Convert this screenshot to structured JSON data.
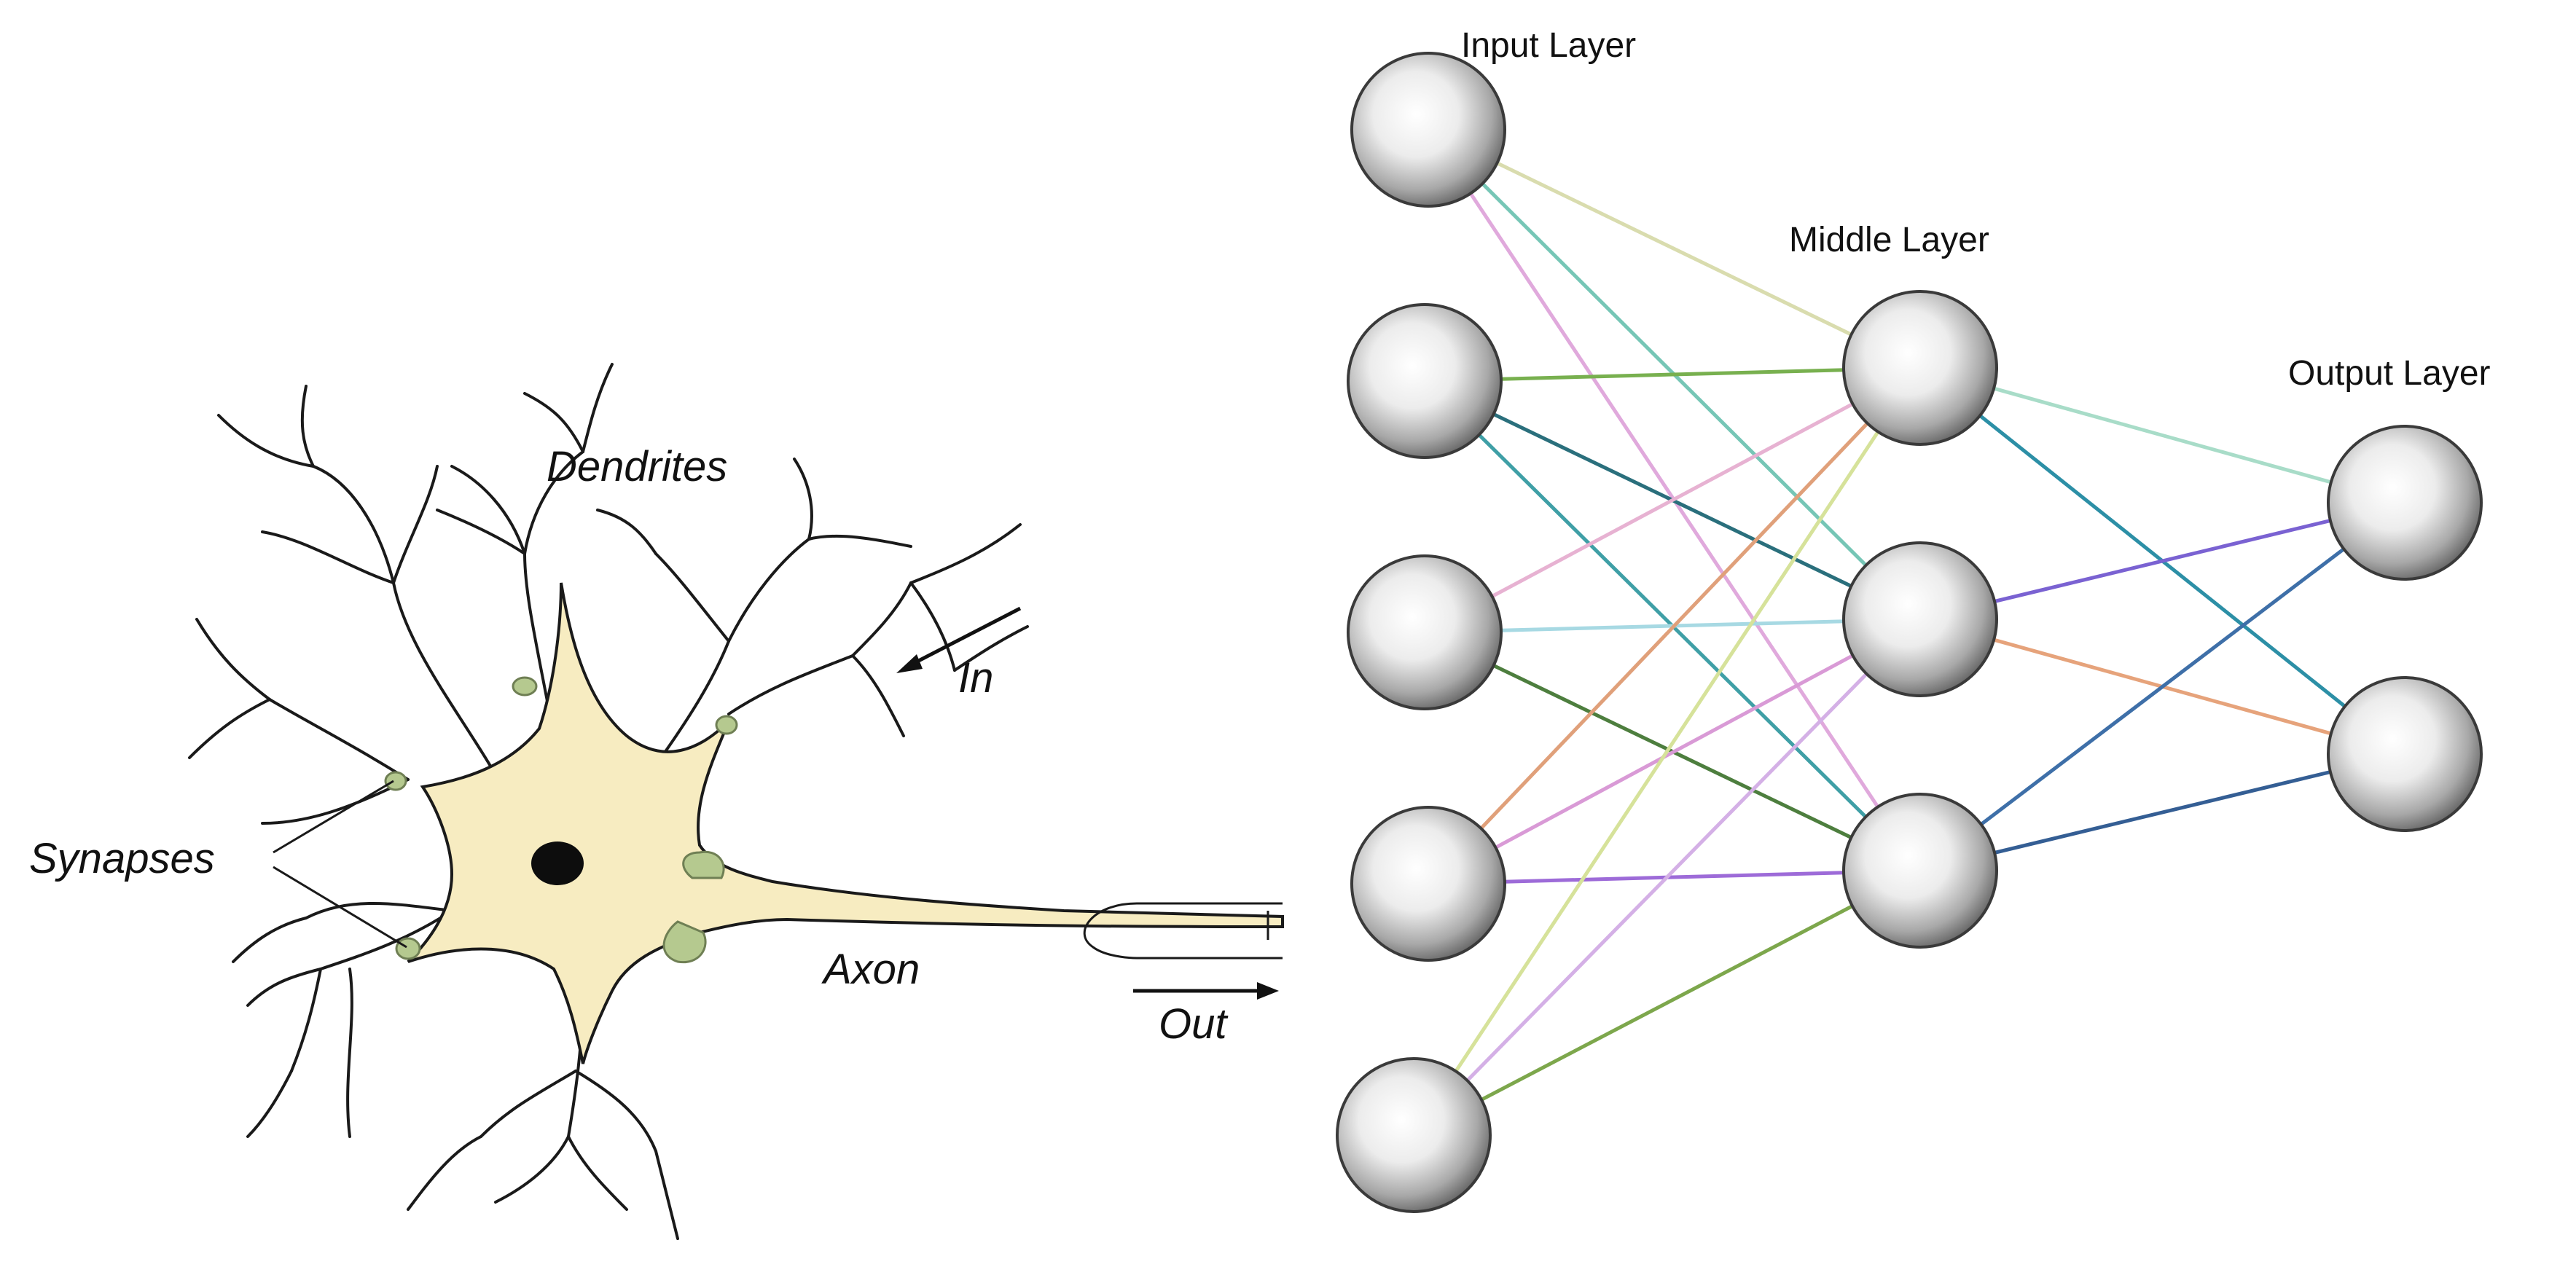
{
  "neuron": {
    "labels": {
      "dendrites": "Dendrites",
      "synapses": "Synapses",
      "axon": "Axon",
      "in": "In",
      "out": "Out"
    },
    "colors": {
      "soma": "#f7ecc1",
      "nucleus": "#0d0d0d",
      "synapse": "#b5c98f",
      "outline": "#1a1a1a"
    }
  },
  "network": {
    "layers": [
      {
        "name": "Input Layer",
        "nodes": 5
      },
      {
        "name": "Middle Layer",
        "nodes": 3
      },
      {
        "name": "Output Layer",
        "nodes": 2
      }
    ],
    "connections": [
      {
        "from": [
          0,
          0
        ],
        "to": [
          1,
          0
        ],
        "color": "#d9dcae"
      },
      {
        "from": [
          0,
          0
        ],
        "to": [
          1,
          1
        ],
        "color": "#76c6b6"
      },
      {
        "from": [
          0,
          0
        ],
        "to": [
          1,
          2
        ],
        "color": "#e0a9dc"
      },
      {
        "from": [
          0,
          1
        ],
        "to": [
          1,
          0
        ],
        "color": "#78b04f"
      },
      {
        "from": [
          0,
          1
        ],
        "to": [
          1,
          1
        ],
        "color": "#2a6f7c"
      },
      {
        "from": [
          0,
          1
        ],
        "to": [
          1,
          2
        ],
        "color": "#3f9fa6"
      },
      {
        "from": [
          0,
          2
        ],
        "to": [
          1,
          0
        ],
        "color": "#e7b2d2"
      },
      {
        "from": [
          0,
          2
        ],
        "to": [
          1,
          1
        ],
        "color": "#a7d9e3"
      },
      {
        "from": [
          0,
          2
        ],
        "to": [
          1,
          2
        ],
        "color": "#4d7e3e"
      },
      {
        "from": [
          0,
          3
        ],
        "to": [
          1,
          0
        ],
        "color": "#e0a07a"
      },
      {
        "from": [
          0,
          3
        ],
        "to": [
          1,
          1
        ],
        "color": "#d99ad6"
      },
      {
        "from": [
          0,
          3
        ],
        "to": [
          1,
          2
        ],
        "color": "#9d6bd8"
      },
      {
        "from": [
          0,
          4
        ],
        "to": [
          1,
          0
        ],
        "color": "#d6e29a"
      },
      {
        "from": [
          0,
          4
        ],
        "to": [
          1,
          1
        ],
        "color": "#d4b0e6"
      },
      {
        "from": [
          0,
          4
        ],
        "to": [
          1,
          2
        ],
        "color": "#7da74c"
      },
      {
        "from": [
          1,
          0
        ],
        "to": [
          2,
          0
        ],
        "color": "#a8dcc8"
      },
      {
        "from": [
          1,
          0
        ],
        "to": [
          2,
          1
        ],
        "color": "#2c8fa6"
      },
      {
        "from": [
          1,
          1
        ],
        "to": [
          2,
          0
        ],
        "color": "#7a62d2"
      },
      {
        "from": [
          1,
          1
        ],
        "to": [
          2,
          1
        ],
        "color": "#e6a37b"
      },
      {
        "from": [
          1,
          2
        ],
        "to": [
          2,
          0
        ],
        "color": "#3e6fa8"
      },
      {
        "from": [
          1,
          2
        ],
        "to": [
          2,
          1
        ],
        "color": "#345e94"
      }
    ],
    "colors": {
      "node_light": "#ffffff",
      "node_mid": "#d4d4d4",
      "node_dark": "#6e6e6e",
      "node_stroke": "#3a3a3a"
    }
  }
}
